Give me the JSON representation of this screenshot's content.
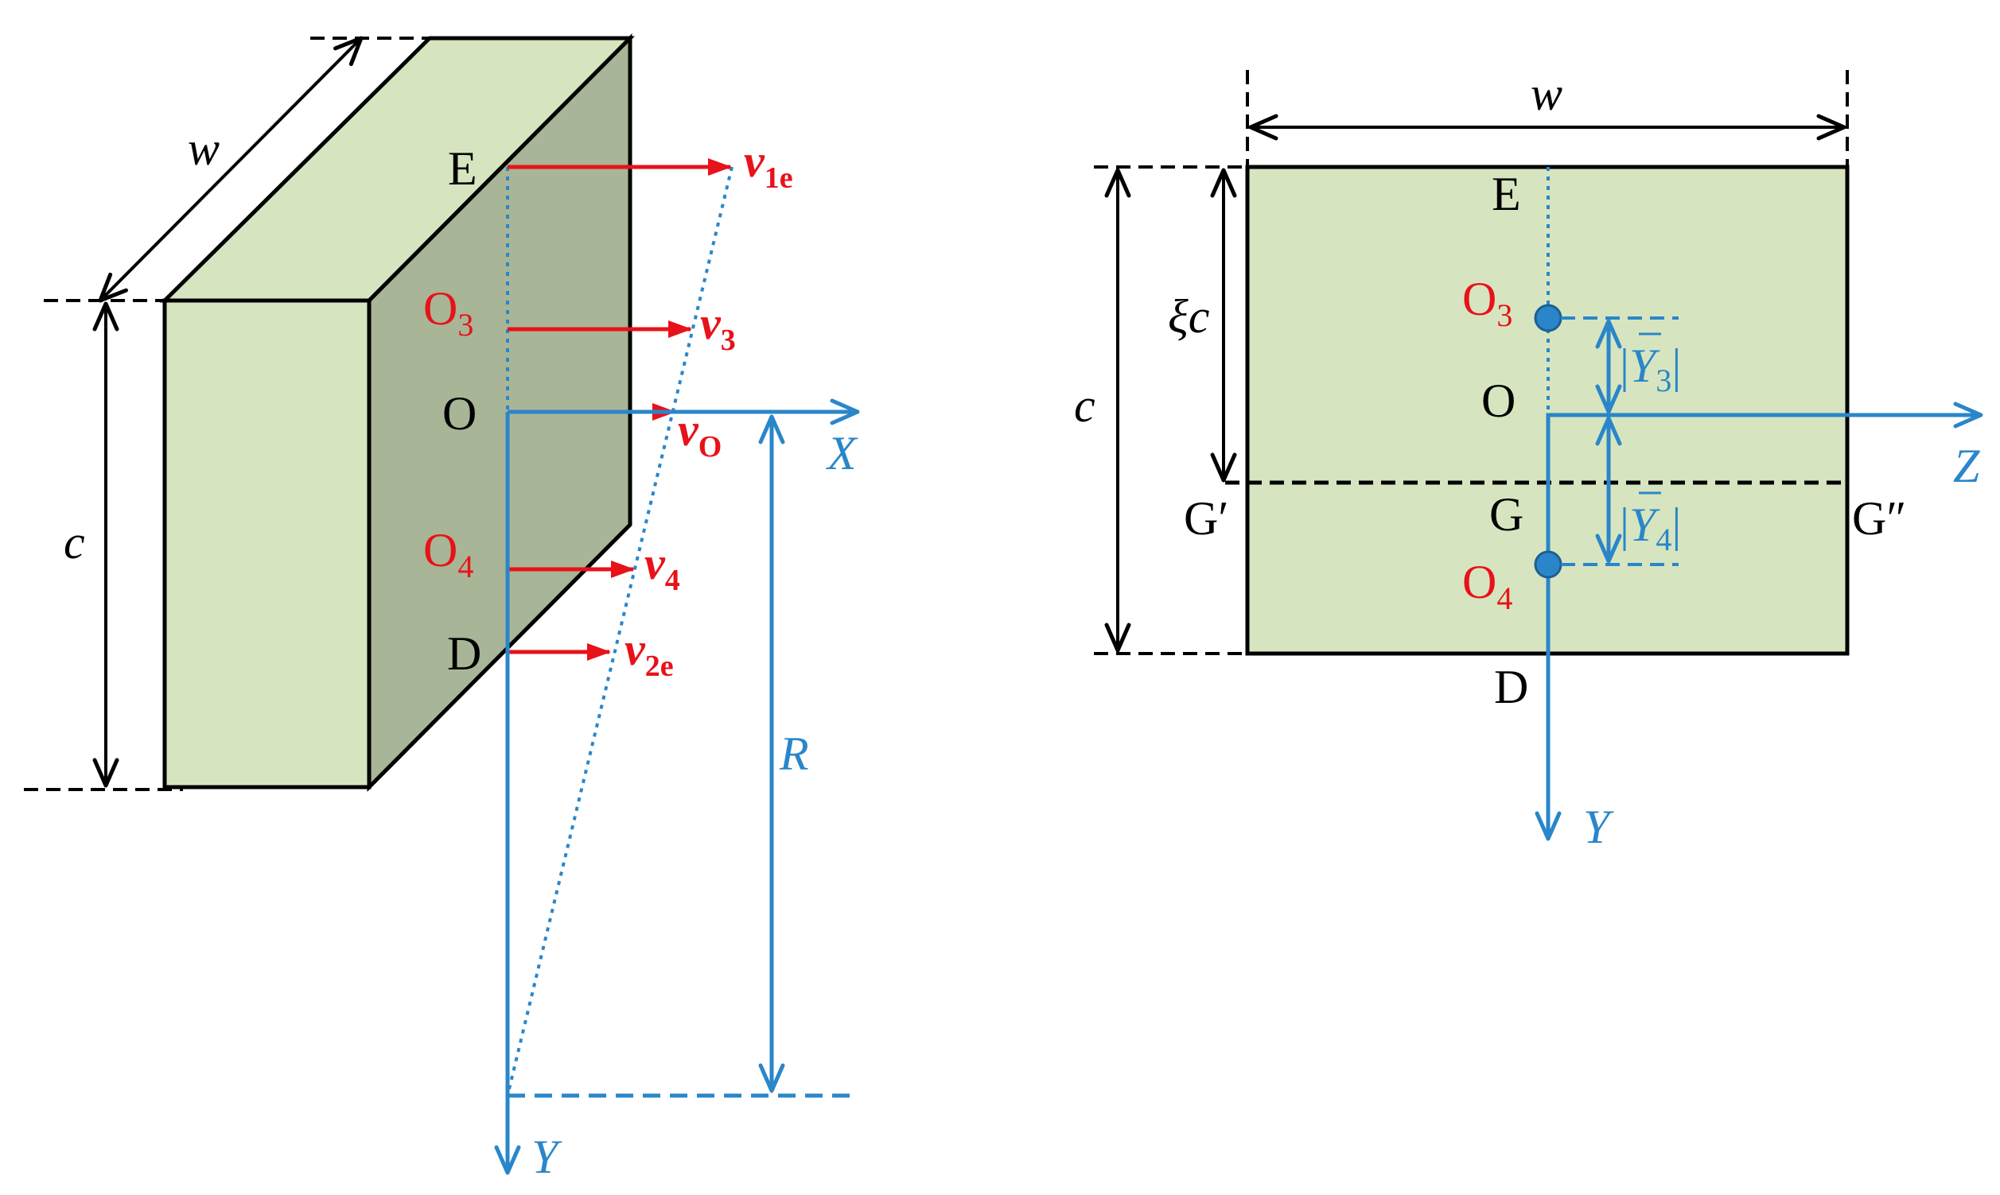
{
  "colors": {
    "face_front": "#d6e5bf",
    "face_top": "#d6e5bf",
    "face_side": "#a8b596",
    "plate": "#d6e5bf",
    "red": "#e8121a",
    "blue": "#2a86c9",
    "black": "#000000"
  },
  "left_view": {
    "dim_w": "w",
    "dim_c": "c",
    "point_E": "E",
    "point_O3": {
      "base": "O",
      "sub": "3"
    },
    "point_O": "O",
    "point_O4": {
      "base": "O",
      "sub": "4"
    },
    "point_D": "D",
    "v1e": {
      "base": "v",
      "sub": "1e"
    },
    "v3": {
      "base": "v",
      "sub": "3"
    },
    "vO": {
      "base": "v",
      "sub": "O"
    },
    "v4": {
      "base": "v",
      "sub": "4"
    },
    "v2e": {
      "base": "v",
      "sub": "2e"
    },
    "axis_X": "X",
    "axis_Y": "Y",
    "radius_R": "R"
  },
  "right_view": {
    "dim_w": "w",
    "dim_c": "c",
    "dim_xi_c": "ξc",
    "point_E": "E",
    "point_O3": {
      "base": "O",
      "sub": "3"
    },
    "point_O": "O",
    "point_G": "G",
    "point_G_prime": "G′",
    "point_G_dprime": "G″",
    "point_O4": {
      "base": "O",
      "sub": "4"
    },
    "point_D": "D",
    "abs_Y3": {
      "open": "|",
      "base": "Y",
      "sub": "3",
      "close": "|"
    },
    "abs_Y4": {
      "open": "|",
      "base": "Y",
      "sub": "4",
      "close": "|"
    },
    "axis_Z": "Z",
    "axis_Y": "Y"
  }
}
